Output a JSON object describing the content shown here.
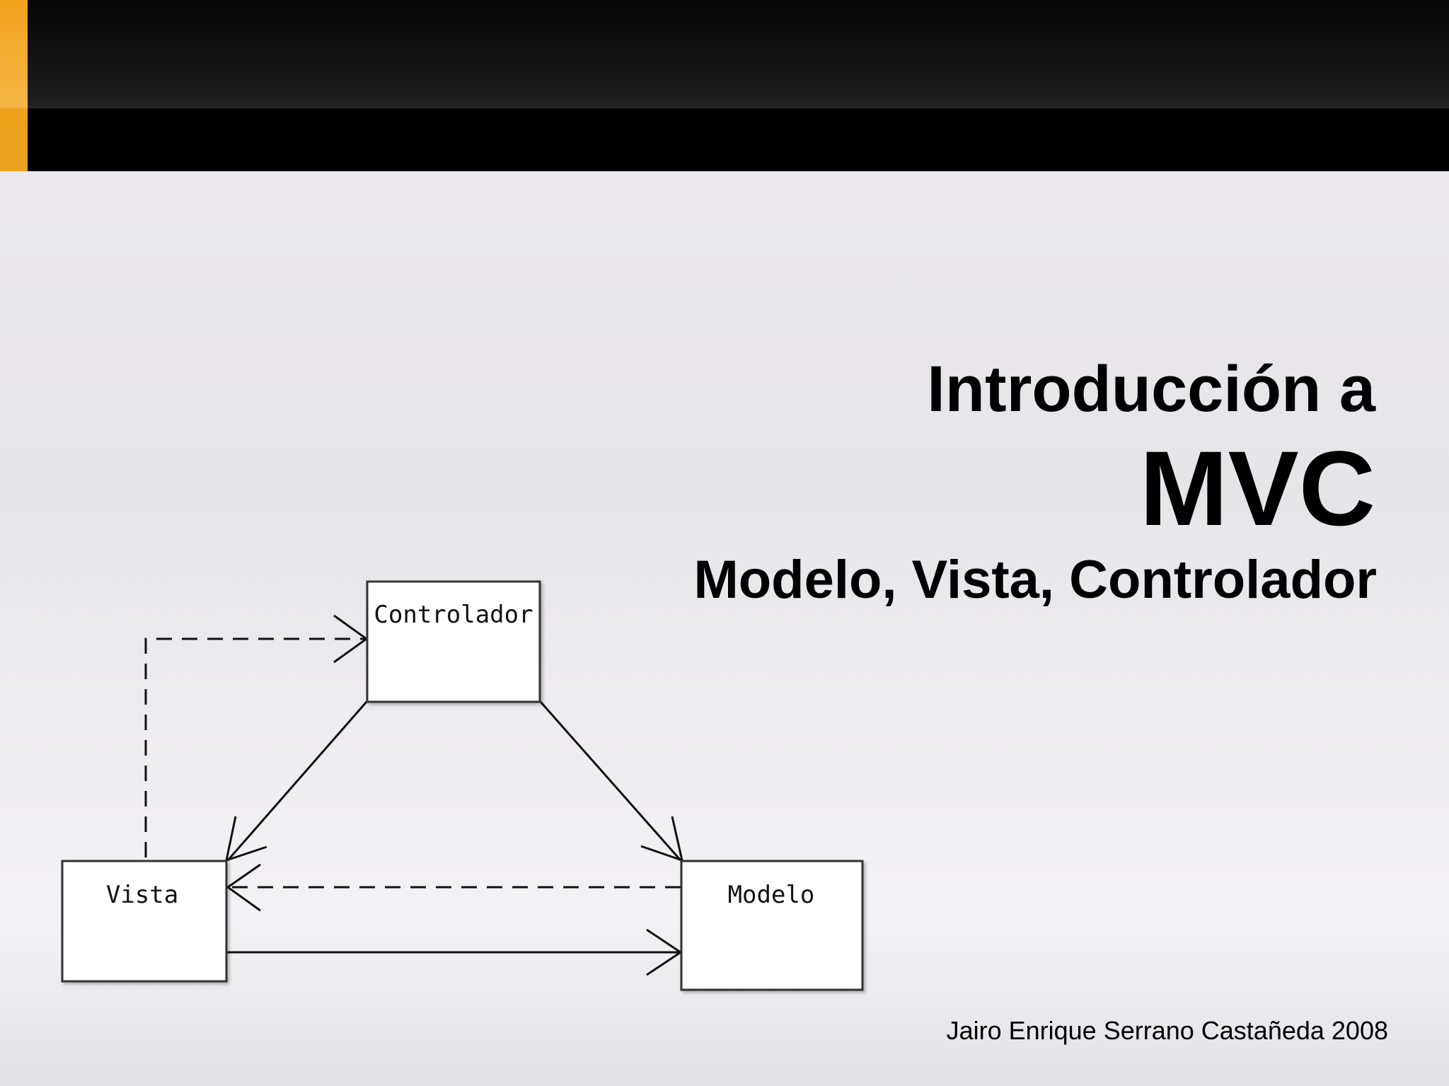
{
  "slide": {
    "title_line1": "Introducción a",
    "title_line2": "MVC",
    "subtitle": "Modelo, Vista, Controlador",
    "author": "Jairo Enrique Serrano Castañeda 2008"
  },
  "diagram": {
    "boxes": {
      "controlador": "Controlador",
      "vista": "Vista",
      "modelo": "Modelo"
    }
  },
  "colors": {
    "accent": "#f2a11d",
    "header": "#000000"
  }
}
